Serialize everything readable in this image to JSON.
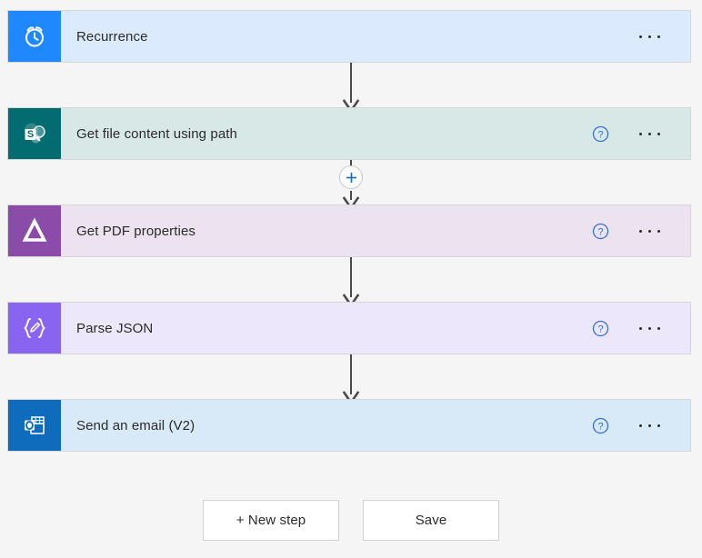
{
  "colors": {
    "canvas_background": "#f5f5f5",
    "card_border": "#d6d6d6",
    "connector_arrow": "#4a4a4a",
    "help_icon_blue": "#3b6fd6",
    "insert_plus_blue": "#0f6cbd",
    "text": "#2b2b2b"
  },
  "flow": {
    "steps": [
      {
        "title": "Recurrence",
        "icon_name": "alarm-clock-icon",
        "icon_bg": "#1f88fc",
        "body_bg": "#dbeafd",
        "has_help": false,
        "has_menu": true,
        "menu_label": "•••"
      },
      {
        "title": "Get file content using path",
        "icon_name": "sharepoint-icon",
        "icon_bg": "#036c70",
        "body_bg": "#d7e8e7",
        "has_help": true,
        "has_menu": true,
        "menu_label": "•••"
      },
      {
        "title": "Get PDF properties",
        "icon_name": "adobe-pdf-tools-icon",
        "icon_bg": "#8b4ba8",
        "body_bg": "#ede2f0",
        "has_help": true,
        "has_menu": true,
        "menu_label": "•••"
      },
      {
        "title": "Parse JSON",
        "icon_name": "parse-json-icon",
        "icon_bg": "#8864f0",
        "body_bg": "#ece7fb",
        "has_help": true,
        "has_menu": true,
        "menu_label": "•••"
      },
      {
        "title": "Send an email (V2)",
        "icon_name": "outlook-icon",
        "icon_bg": "#0f6cbd",
        "body_bg": "#d8e9f8",
        "has_help": true,
        "has_menu": true,
        "menu_label": "•••"
      }
    ],
    "insert_step_after_index": 1,
    "insert_step_tooltip": "Insert a new step"
  },
  "footer": {
    "new_step_label": "+ New step",
    "save_label": "Save"
  }
}
